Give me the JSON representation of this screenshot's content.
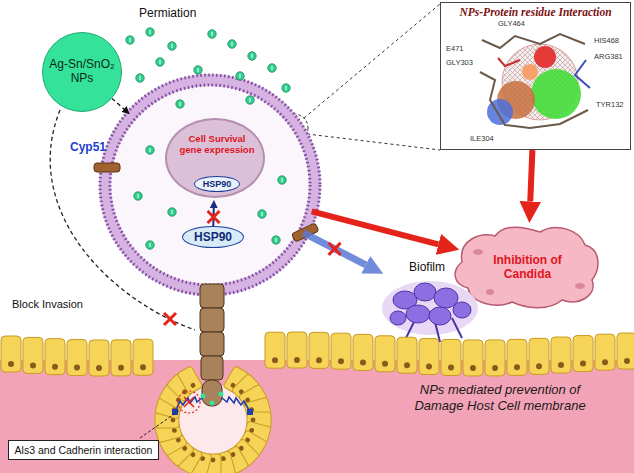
{
  "diagram": {
    "nodes": [
      {
        "text": [
          "Ag-Sn/SnO₂ NPs"
        ]
      },
      {
        "text": [
          "Permiation"
        ]
      },
      {
        "text": [
          "Cell Survival gene expression"
        ],
        "in": 1
      },
      {
        "text": [
          "HSP90"
        ],
        "in": 2
      },
      {
        "text": [
          "HSP90"
        ],
        "in": 1
      },
      {
        "text": [
          "NPs-Protein residue Interaction"
        ]
      },
      {
        "text": [
          "Inhibition of Candida"
        ]
      },
      {
        "text": [
          "Biofilm"
        ]
      },
      {
        "text": [
          "NPs mediated prevention of Damage Host Cell membrane"
        ]
      },
      {
        "text": [
          "Als3 and Cadherin interaction"
        ],
        "in": 8
      }
    ],
    "edges": [
      {
        "from": 0,
        "to": 1,
        "arrow": "to"
      },
      {
        "from": 4,
        "to": 2,
        "arrow": "to"
      },
      {
        "from": 1,
        "to": 6,
        "arrow": "to"
      },
      {
        "from": 5,
        "to": 6,
        "arrow": "to"
      },
      {
        "from": 1,
        "to": 7,
        "arrow": "to"
      }
    ],
    "labels": [
      "Cyp51",
      "Block Invasion",
      "GLY464",
      "E471",
      "GLY303",
      "HIS468",
      "ARG381",
      "TYR132",
      "ILE304"
    ]
  }
}
